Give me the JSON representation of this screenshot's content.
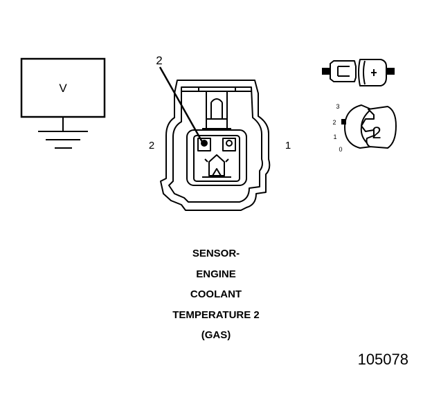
{
  "voltmeter": {
    "label": "V"
  },
  "connector": {
    "pointer_label": "2",
    "left_label": "2",
    "right_label": "1"
  },
  "probe_inset": {
    "scale_labels": [
      "3",
      "2",
      "1",
      "0"
    ],
    "setting_label": "2"
  },
  "caption": {
    "lines": [
      "SENSOR-",
      "ENGINE",
      "COOLANT",
      "TEMPERATURE 2",
      "(GAS)"
    ]
  },
  "figure_number": "105078"
}
